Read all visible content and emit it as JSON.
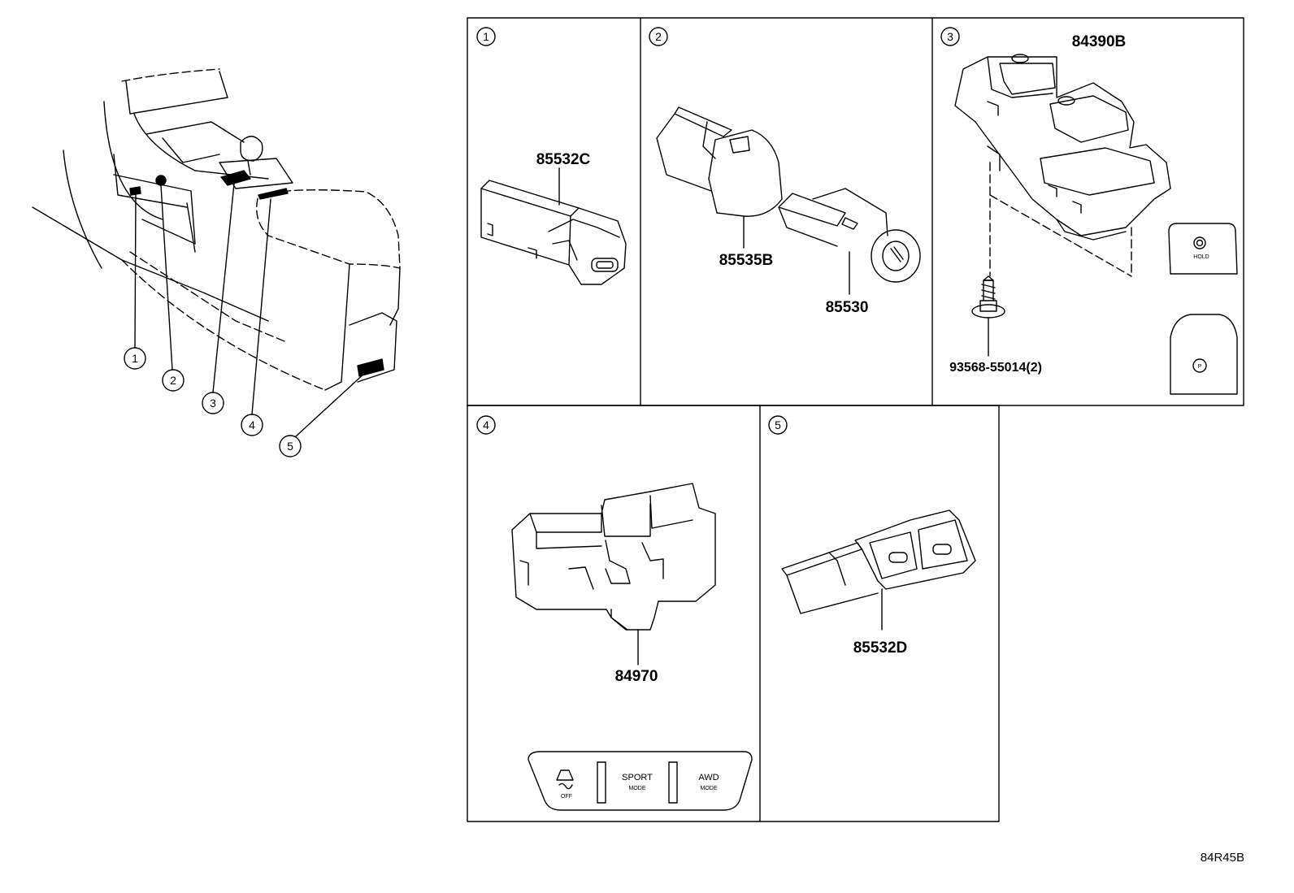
{
  "overview": {
    "callouts": [
      "1",
      "2",
      "3",
      "4",
      "5"
    ]
  },
  "panels": [
    {
      "number": "1",
      "parts": [
        "85532C"
      ]
    },
    {
      "number": "2",
      "parts": [
        "85535B",
        "85530"
      ]
    },
    {
      "number": "3",
      "parts": [
        "84390B",
        "93568-55014(2)"
      ],
      "button_labels": {
        "hold": "HOLD",
        "park": "P"
      }
    },
    {
      "number": "4",
      "parts": [
        "84970"
      ],
      "button_labels": {
        "left": "OFF",
        "mid_top": "SPORT",
        "mid_bot": "MODE",
        "right_top": "AWD",
        "right_bot": "MODE"
      }
    },
    {
      "number": "5",
      "parts": [
        "85532D"
      ]
    }
  ],
  "diagram_code": "84R45B"
}
